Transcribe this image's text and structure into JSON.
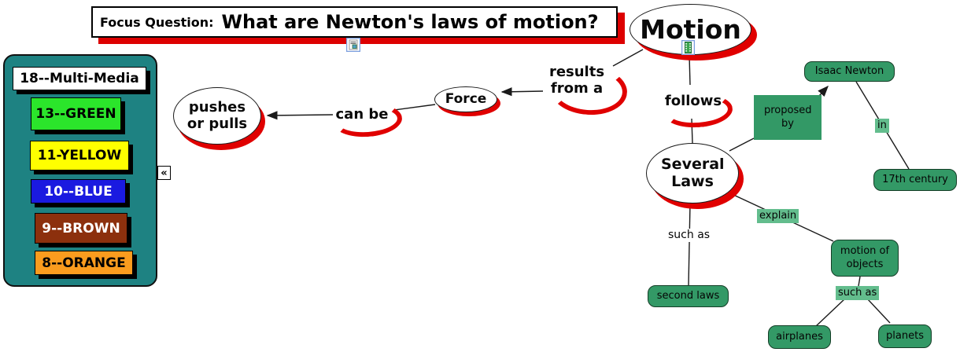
{
  "colors": {
    "red_accent": "#E00000",
    "focus_shadow_red": "#DD0000",
    "panel_teal": "#1E8282",
    "node_green": "#339966",
    "label_green": "#63BD8D",
    "line_black": "#1A1A1A"
  },
  "focus_question": {
    "prefix": "Focus Question:",
    "question": "What are Newton's laws of motion?"
  },
  "legend": {
    "title": "18--Multi-Media",
    "collapse_icon": "«",
    "items": [
      {
        "label": "13--GREEN",
        "style": "background:#2BE52B;color:#000000"
      },
      {
        "label": "11-YELLOW",
        "style": "background:#FFFF00;color:#000000"
      },
      {
        "label": "10--BLUE",
        "style": "background:#1A1AE0;color:#FFFFFF"
      },
      {
        "label": "9--BROWN",
        "style": "background:#8C300D;color:#FFFFFF"
      },
      {
        "label": "8--ORANGE",
        "style": "background:#FA9C1E;color:#000000"
      }
    ]
  },
  "concepts": {
    "motion": "Motion",
    "pushes_or_pulls": "pushes or pulls",
    "force": "Force",
    "several_laws": "Several Laws",
    "isaac_newton": "Isaac Newton",
    "seventeenth_century": "17th century",
    "second_laws": "second laws",
    "motion_of_objects": "motion of objects",
    "airplanes": "airplanes",
    "planets": "planets"
  },
  "linking_phrases": {
    "results_from_a": "results from a",
    "can_be": "can be",
    "follows": "follows",
    "proposed_by": "proposed by",
    "in_label": "in",
    "explain": "explain",
    "such_as_top": "such as",
    "such_as_bottom": "such as"
  },
  "icons": {
    "focus_resource": "document-image-icon",
    "motion_resource": "video-film-icon"
  }
}
